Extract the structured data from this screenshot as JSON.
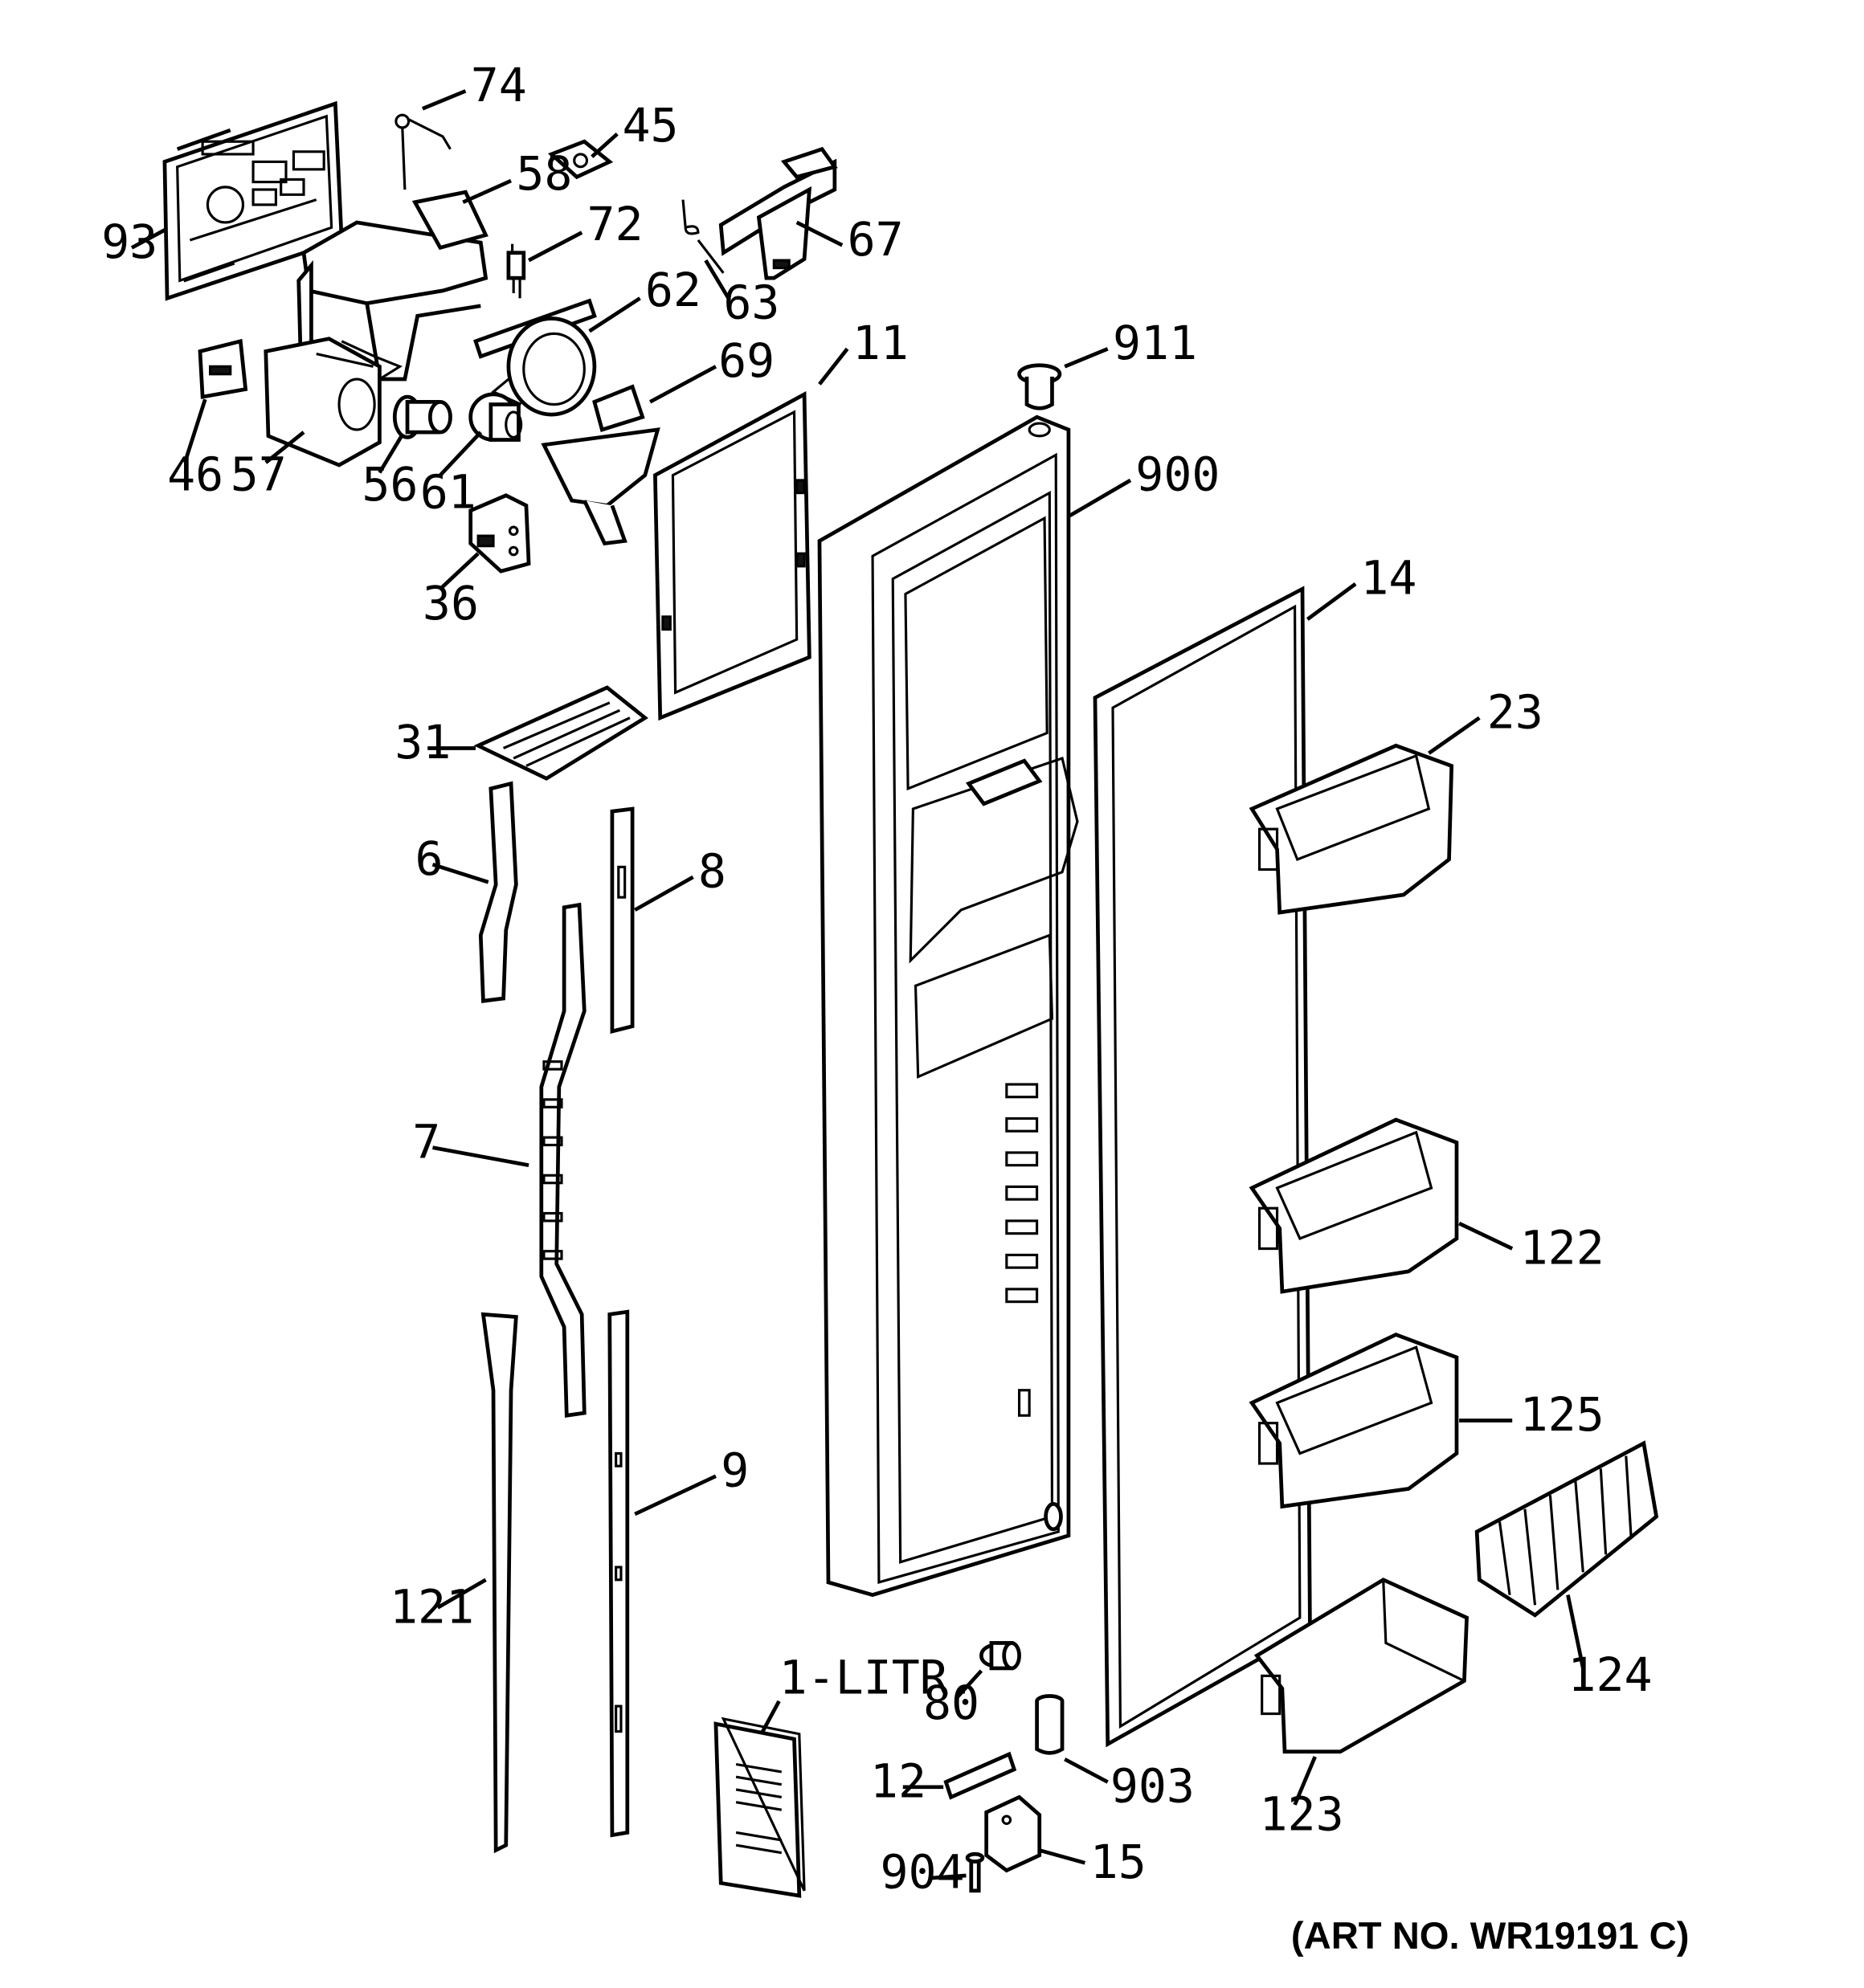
{
  "diagram": {
    "art_number": "(ART NO. WR19191 C)",
    "parts": [
      {
        "id": "74",
        "name": "part-74"
      },
      {
        "id": "45",
        "name": "part-45"
      },
      {
        "id": "58",
        "name": "part-58"
      },
      {
        "id": "93",
        "name": "part-93"
      },
      {
        "id": "72",
        "name": "part-72"
      },
      {
        "id": "67",
        "name": "part-67"
      },
      {
        "id": "62",
        "name": "part-62"
      },
      {
        "id": "63",
        "name": "part-63"
      },
      {
        "id": "11",
        "name": "part-11"
      },
      {
        "id": "911",
        "name": "part-911"
      },
      {
        "id": "69",
        "name": "part-69"
      },
      {
        "id": "46",
        "name": "part-46"
      },
      {
        "id": "57",
        "name": "part-57"
      },
      {
        "id": "56",
        "name": "part-56"
      },
      {
        "id": "61",
        "name": "part-61"
      },
      {
        "id": "900",
        "name": "part-900"
      },
      {
        "id": "36",
        "name": "part-36"
      },
      {
        "id": "14",
        "name": "part-14"
      },
      {
        "id": "23",
        "name": "part-23"
      },
      {
        "id": "31",
        "name": "part-31"
      },
      {
        "id": "6",
        "name": "part-6"
      },
      {
        "id": "8",
        "name": "part-8"
      },
      {
        "id": "7",
        "name": "part-7"
      },
      {
        "id": "122",
        "name": "part-122"
      },
      {
        "id": "125",
        "name": "part-125"
      },
      {
        "id": "9",
        "name": "part-9"
      },
      {
        "id": "121",
        "name": "part-121"
      },
      {
        "id": "124",
        "name": "part-124"
      },
      {
        "id": "1-LITR.",
        "name": "part-1-litr"
      },
      {
        "id": "80",
        "name": "part-80"
      },
      {
        "id": "12",
        "name": "part-12"
      },
      {
        "id": "903",
        "name": "part-903"
      },
      {
        "id": "123",
        "name": "part-123"
      },
      {
        "id": "15",
        "name": "part-15"
      },
      {
        "id": "904",
        "name": "part-904"
      }
    ]
  }
}
